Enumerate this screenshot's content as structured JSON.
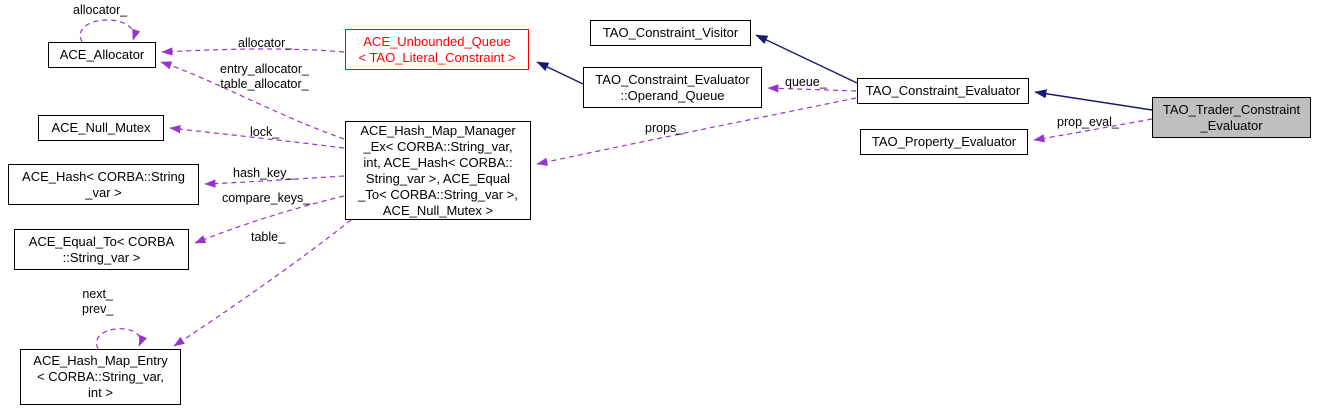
{
  "diagram": {
    "type": "doxygen-collaboration-graph",
    "colors": {
      "canvas_background": "#ffffff",
      "node_background": "#ffffff",
      "node_border": "#000000",
      "node_text": "#000000",
      "current_node_background": "#bfbfbf",
      "truncated_node_border": "#ff0000",
      "truncated_node_text": "#ff0000",
      "inheritance_edge": "#191970",
      "usage_edge": "#9a32cd"
    },
    "nodes": [
      {
        "id": "ace_allocator",
        "label": "ACE_Allocator",
        "style": "normal"
      },
      {
        "id": "ace_unbounded_queue",
        "label": "ACE_Unbounded_Queue\n< TAO_Literal_Constraint >",
        "style": "truncated"
      },
      {
        "id": "tao_constraint_visitor",
        "label": "TAO_Constraint_Visitor",
        "style": "normal"
      },
      {
        "id": "tao_constraint_evaluator_operand_queue",
        "label": "TAO_Constraint_Evaluator\n::Operand_Queue",
        "style": "normal"
      },
      {
        "id": "tao_constraint_evaluator",
        "label": "TAO_Constraint_Evaluator",
        "style": "normal"
      },
      {
        "id": "tao_trader_constraint_evaluator",
        "label": "TAO_Trader_Constraint\n_Evaluator",
        "style": "current"
      },
      {
        "id": "tao_property_evaluator",
        "label": "TAO_Property_Evaluator",
        "style": "normal"
      },
      {
        "id": "ace_null_mutex",
        "label": "ACE_Null_Mutex",
        "style": "normal"
      },
      {
        "id": "ace_hash",
        "label": "ACE_Hash< CORBA::String\n_var >",
        "style": "normal"
      },
      {
        "id": "ace_equal_to",
        "label": "ACE_Equal_To< CORBA\n::String_var >",
        "style": "normal"
      },
      {
        "id": "ace_hash_map_manager_ex",
        "label": "ACE_Hash_Map_Manager\n_Ex< CORBA::String_var,\nint, ACE_Hash< CORBA::\nString_var >, ACE_Equal\n_To< CORBA::String_var >,\nACE_Null_Mutex >",
        "style": "normal"
      },
      {
        "id": "ace_hash_map_entry",
        "label": "ACE_Hash_Map_Entry\n< CORBA::String_var,\nint >",
        "style": "normal"
      }
    ],
    "edges": [
      {
        "label": "allocator_",
        "from": "ace_allocator",
        "to": "ace_allocator",
        "kind": "usage"
      },
      {
        "label": "allocator_",
        "from": "ace_unbounded_queue",
        "to": "ace_allocator",
        "kind": "usage"
      },
      {
        "label": "entry_allocator_\ntable_allocator_",
        "from": "ace_hash_map_manager_ex",
        "to": "ace_allocator",
        "kind": "usage"
      },
      {
        "label": "",
        "from": "tao_constraint_evaluator_operand_queue",
        "to": "ace_unbounded_queue",
        "kind": "inheritance"
      },
      {
        "label": "",
        "from": "tao_constraint_evaluator",
        "to": "tao_constraint_visitor",
        "kind": "inheritance"
      },
      {
        "label": "queue_",
        "from": "tao_constraint_evaluator",
        "to": "tao_constraint_evaluator_operand_queue",
        "kind": "usage"
      },
      {
        "label": "",
        "from": "tao_trader_constraint_evaluator",
        "to": "tao_constraint_evaluator",
        "kind": "inheritance"
      },
      {
        "label": "prop_eval_",
        "from": "tao_trader_constraint_evaluator",
        "to": "tao_property_evaluator",
        "kind": "usage"
      },
      {
        "label": "props_",
        "from": "tao_constraint_evaluator",
        "to": "ace_hash_map_manager_ex",
        "kind": "usage"
      },
      {
        "label": "lock_",
        "from": "ace_hash_map_manager_ex",
        "to": "ace_null_mutex",
        "kind": "usage"
      },
      {
        "label": "hash_key_",
        "from": "ace_hash_map_manager_ex",
        "to": "ace_hash",
        "kind": "usage"
      },
      {
        "label": "compare_keys_",
        "from": "ace_hash_map_manager_ex",
        "to": "ace_equal_to",
        "kind": "usage"
      },
      {
        "label": "table_",
        "from": "ace_hash_map_manager_ex",
        "to": "ace_hash_map_entry",
        "kind": "usage"
      },
      {
        "label": "next_\nprev_",
        "from": "ace_hash_map_entry",
        "to": "ace_hash_map_entry",
        "kind": "usage"
      }
    ]
  }
}
